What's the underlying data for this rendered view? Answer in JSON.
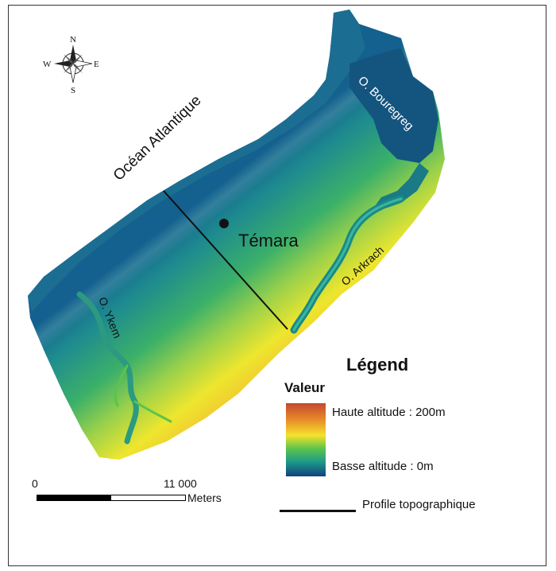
{
  "map": {
    "ocean_label": "Océan Atlantique",
    "city_label": "Témara",
    "river_labels": {
      "bouregreg": "O. Bouregreg",
      "arkrach": "O. Arkrach",
      "ykem": "O. Ykem"
    }
  },
  "compass": {
    "n": "N",
    "s": "S",
    "e": "E",
    "w": "W"
  },
  "legend": {
    "title": "Légend",
    "subtitle": "Valeur",
    "high_label": "Haute altitude : 200m",
    "low_label": "Basse altitude : 0m",
    "profile_label": "Profile topographique",
    "colors": {
      "high": "#c4472f",
      "mid_high": "#e6892a",
      "mid": "#f5e22c",
      "mid_low": "#5cc44a",
      "low_mid": "#1e9a8a",
      "low": "#10427e"
    }
  },
  "scale": {
    "zero": "0",
    "max": "11 000",
    "unit": "Meters"
  }
}
